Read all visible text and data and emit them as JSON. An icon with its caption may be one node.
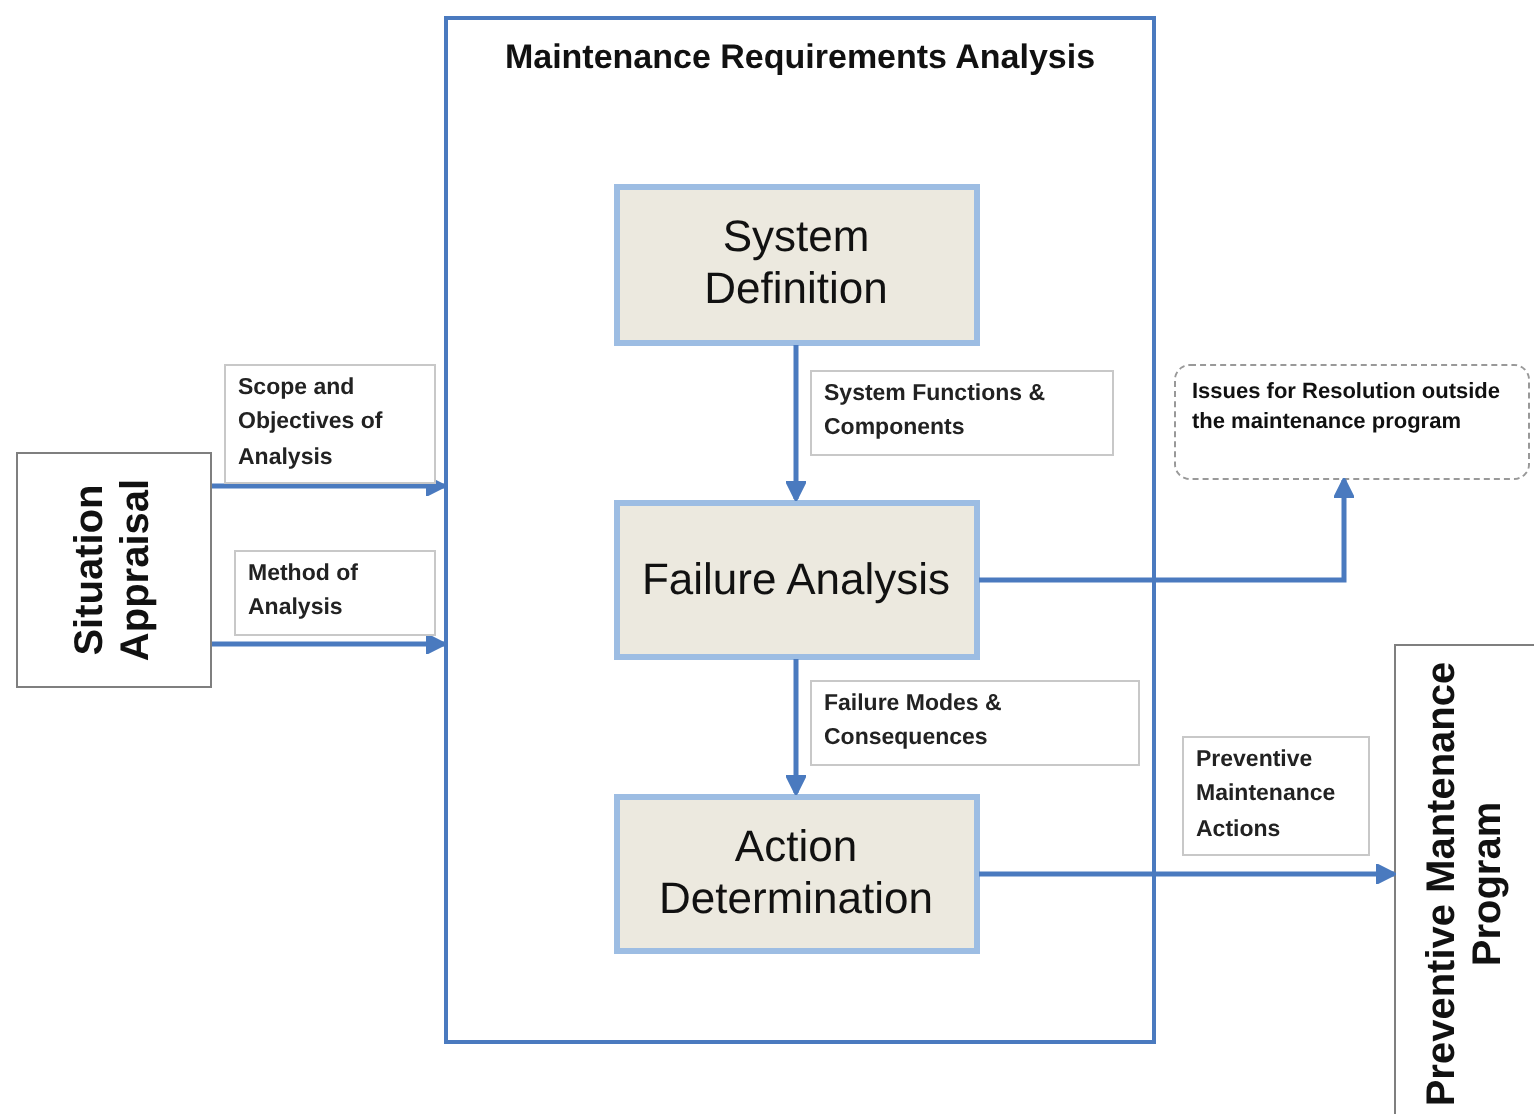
{
  "diagram": {
    "nodes": [
      {
        "text": [
          "Situation Appraisal"
        ]
      },
      {
        "text": [
          "Maintenance Requirements Analysis"
        ]
      },
      {
        "text": [
          "System Definition"
        ],
        "in": 1
      },
      {
        "text": [
          "Failure Analysis"
        ],
        "in": 1
      },
      {
        "text": [
          "Action Determination"
        ],
        "in": 1
      },
      {
        "text": [
          "Issues for Resolution outside the maintenance program"
        ]
      },
      {
        "text": [
          "Preventive Mantenance Program"
        ]
      }
    ],
    "edges": [
      {
        "from": 0,
        "to": 1,
        "arrow": "to",
        "label": "Scope and Objectives of Analysis"
      },
      {
        "from": 0,
        "to": 1,
        "arrow": "to",
        "label": "Method of Analysis"
      },
      {
        "from": 2,
        "to": 3,
        "arrow": "to",
        "label": "System Functions & Components"
      },
      {
        "from": 3,
        "to": 4,
        "arrow": "to",
        "label": "Failure Modes & Consequences"
      },
      {
        "from": 3,
        "to": 5,
        "arrow": "to"
      },
      {
        "from": 4,
        "to": 6,
        "arrow": "to",
        "label": "Preventive Maintenance Actions"
      }
    ]
  }
}
